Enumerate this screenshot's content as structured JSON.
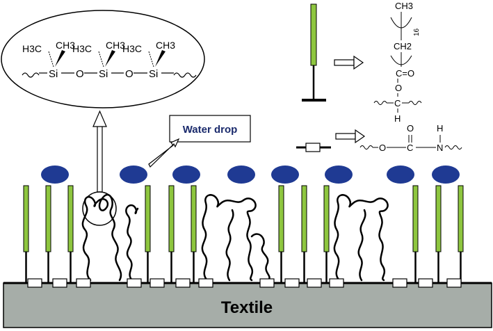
{
  "colors": {
    "substrate": "#a6ada8",
    "substrate_stroke": "#000000",
    "drop": "#1f3a93",
    "alkyl_chain": "#8ec63f",
    "label_text": "#1a2a6c"
  },
  "labels": {
    "water_drop": "Water drop",
    "textile": "Textile"
  },
  "siloxane": {
    "h3c": "H3C",
    "ch3": "CH3",
    "si": "Si",
    "o": "O"
  },
  "stearate": {
    "ch3": "CH3",
    "ch2": "CH2",
    "subscript": "16",
    "c_eq_o": "C=O",
    "o": "O",
    "c": "C",
    "h": "H"
  },
  "urethane": {
    "o_top": "O",
    "h_top": "H",
    "o": "O",
    "c": "C",
    "n": "N"
  }
}
